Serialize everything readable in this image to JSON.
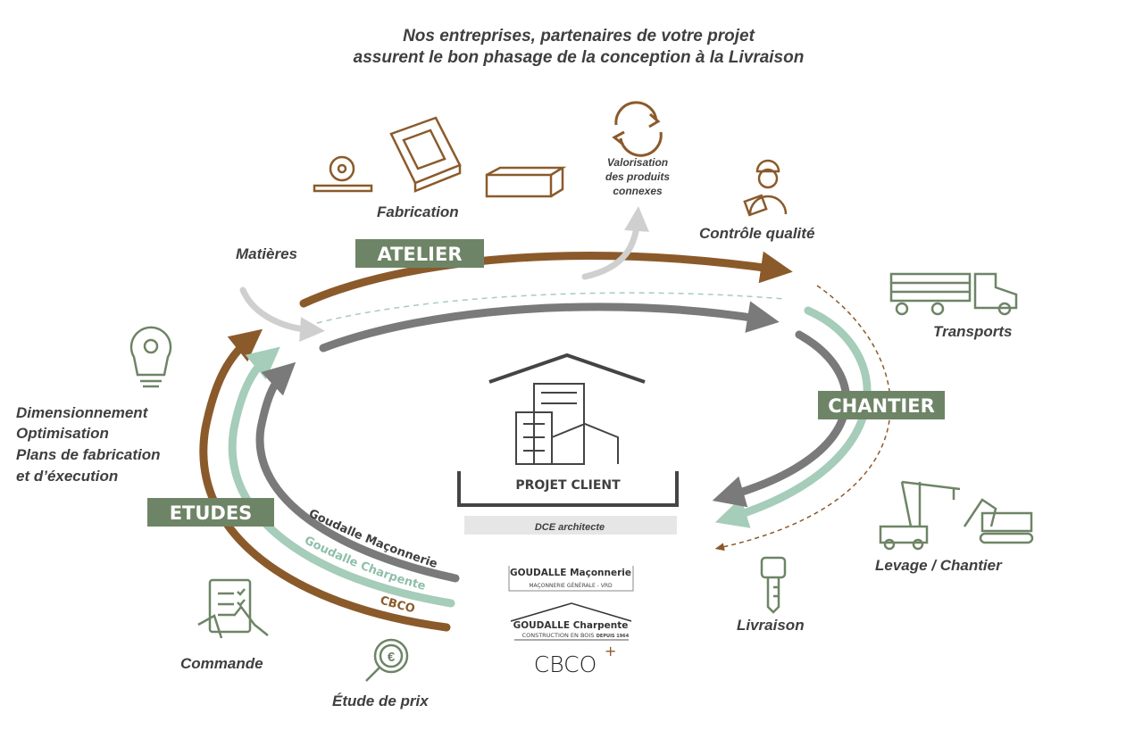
{
  "title": {
    "line1": "Nos entreprises, partenaires de votre projet",
    "line2": "assurent le bon phasage de la conception à la Livraison"
  },
  "phases": {
    "atelier": "ATELIER",
    "chantier": "CHANTIER",
    "etudes": "ETUDES"
  },
  "labels": {
    "matieres": "Matières",
    "fabrication": "Fabrication",
    "valorisation": [
      "Valorisation",
      "des produits",
      "connexes"
    ],
    "controle": "Contrôle qualité",
    "transports": "Transports",
    "levage": "Levage / Chantier",
    "livraison": "Livraison",
    "etude_prix": "Étude de prix",
    "commande": "Commande",
    "etudes_list": [
      "Dimensionnement",
      "Optimisation",
      "Plans de fabrication",
      "et d’éxecution"
    ]
  },
  "tracks": {
    "maconnerie": "Goudalle Maçonnerie",
    "charpente": "Goudalle Charpente",
    "cbco": "CBCO"
  },
  "center": {
    "projet": "PROJET CLIENT",
    "dce": "DCE architecte"
  },
  "logos": {
    "maconnerie": {
      "name": "GOUDALLE Maçonnerie",
      "sub": "MAÇONNERIE GÉNÉRALE - VRD"
    },
    "charpente": {
      "name": "GOUDALLE Charpente",
      "sub": "CONSTRUCTION EN BOIS",
      "since": "DEPUIS 1964"
    },
    "cbco": {
      "name": "CBCO",
      "plus": "+"
    }
  },
  "colors": {
    "brown": "#8b5a2b",
    "mint": "#a5cdb9",
    "grey": "#7a7a7a",
    "green": "#6e8466",
    "light": "#cfcfcf"
  }
}
